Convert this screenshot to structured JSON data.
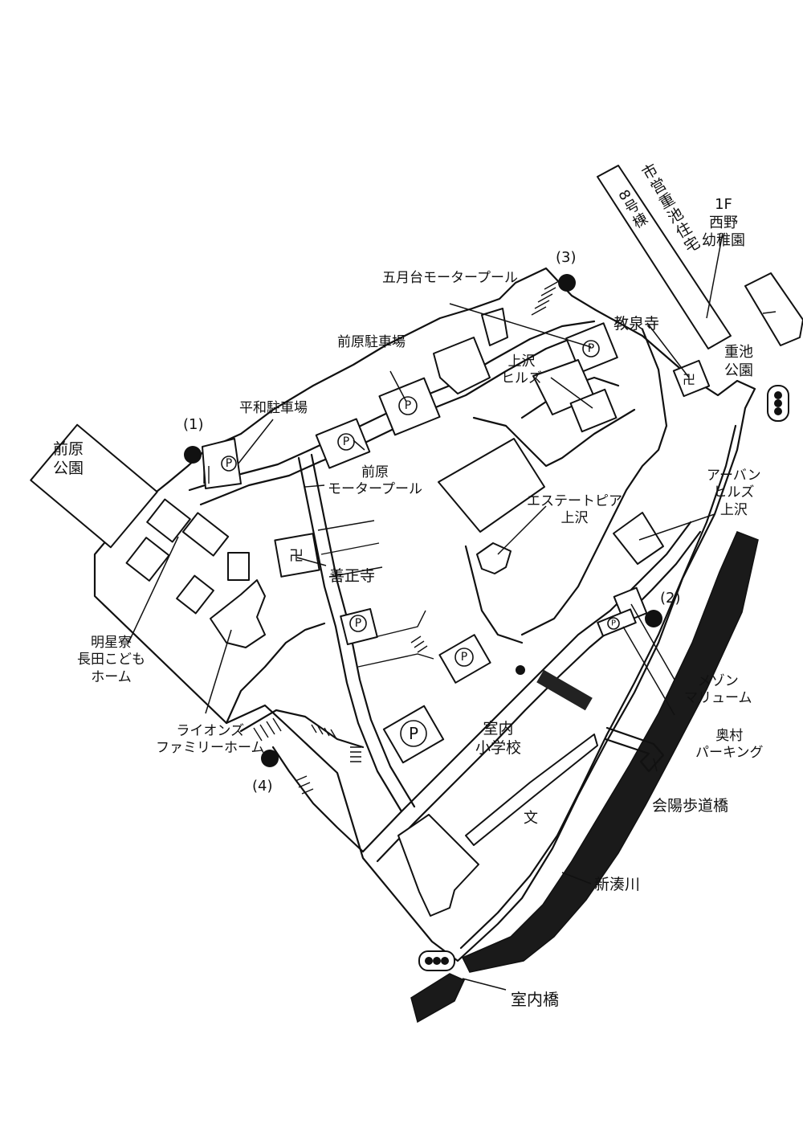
{
  "labels": {
    "maehara_park": "前原\n公園",
    "heiwa_parking": "平和駐車場",
    "maehara_parking": "前原駐車場",
    "satsukidai_pool": "五月台モータープール",
    "kamisawa_hills": "上沢\nヒルズ",
    "maehara_pool": "前原\nモータープール",
    "zensho_temple": "善正寺",
    "estate_pia": "エステートピア\n上沢",
    "kyosen_temple": "教泉寺",
    "shiei_housing": "市営重池住宅",
    "building_8": "8号棟",
    "nishino_kindergarten": "1F\n西野\n幼稚園",
    "shigeike_park": "重池\n公園",
    "urban_hills": "アーバン\nヒルズ\n上沢",
    "myoseiryo": "明星寮\n長田こども\nホーム",
    "lions_home": "ライオンズ\nファミリーホーム",
    "maison": "メゾン\nマリューム",
    "okumura_parking": "奥村\nパーキング",
    "school": "室内\n小学校",
    "kaiyo_bridge": "会陽歩道橋",
    "shinminato_river": "新湊川",
    "muro_bridge": "室内橋"
  },
  "points": {
    "p1": "(1)",
    "p2": "(2)",
    "p3": "(3)",
    "p4": "(4)"
  },
  "symbols": {
    "parking": "P",
    "temple": "卍",
    "school": "文"
  }
}
